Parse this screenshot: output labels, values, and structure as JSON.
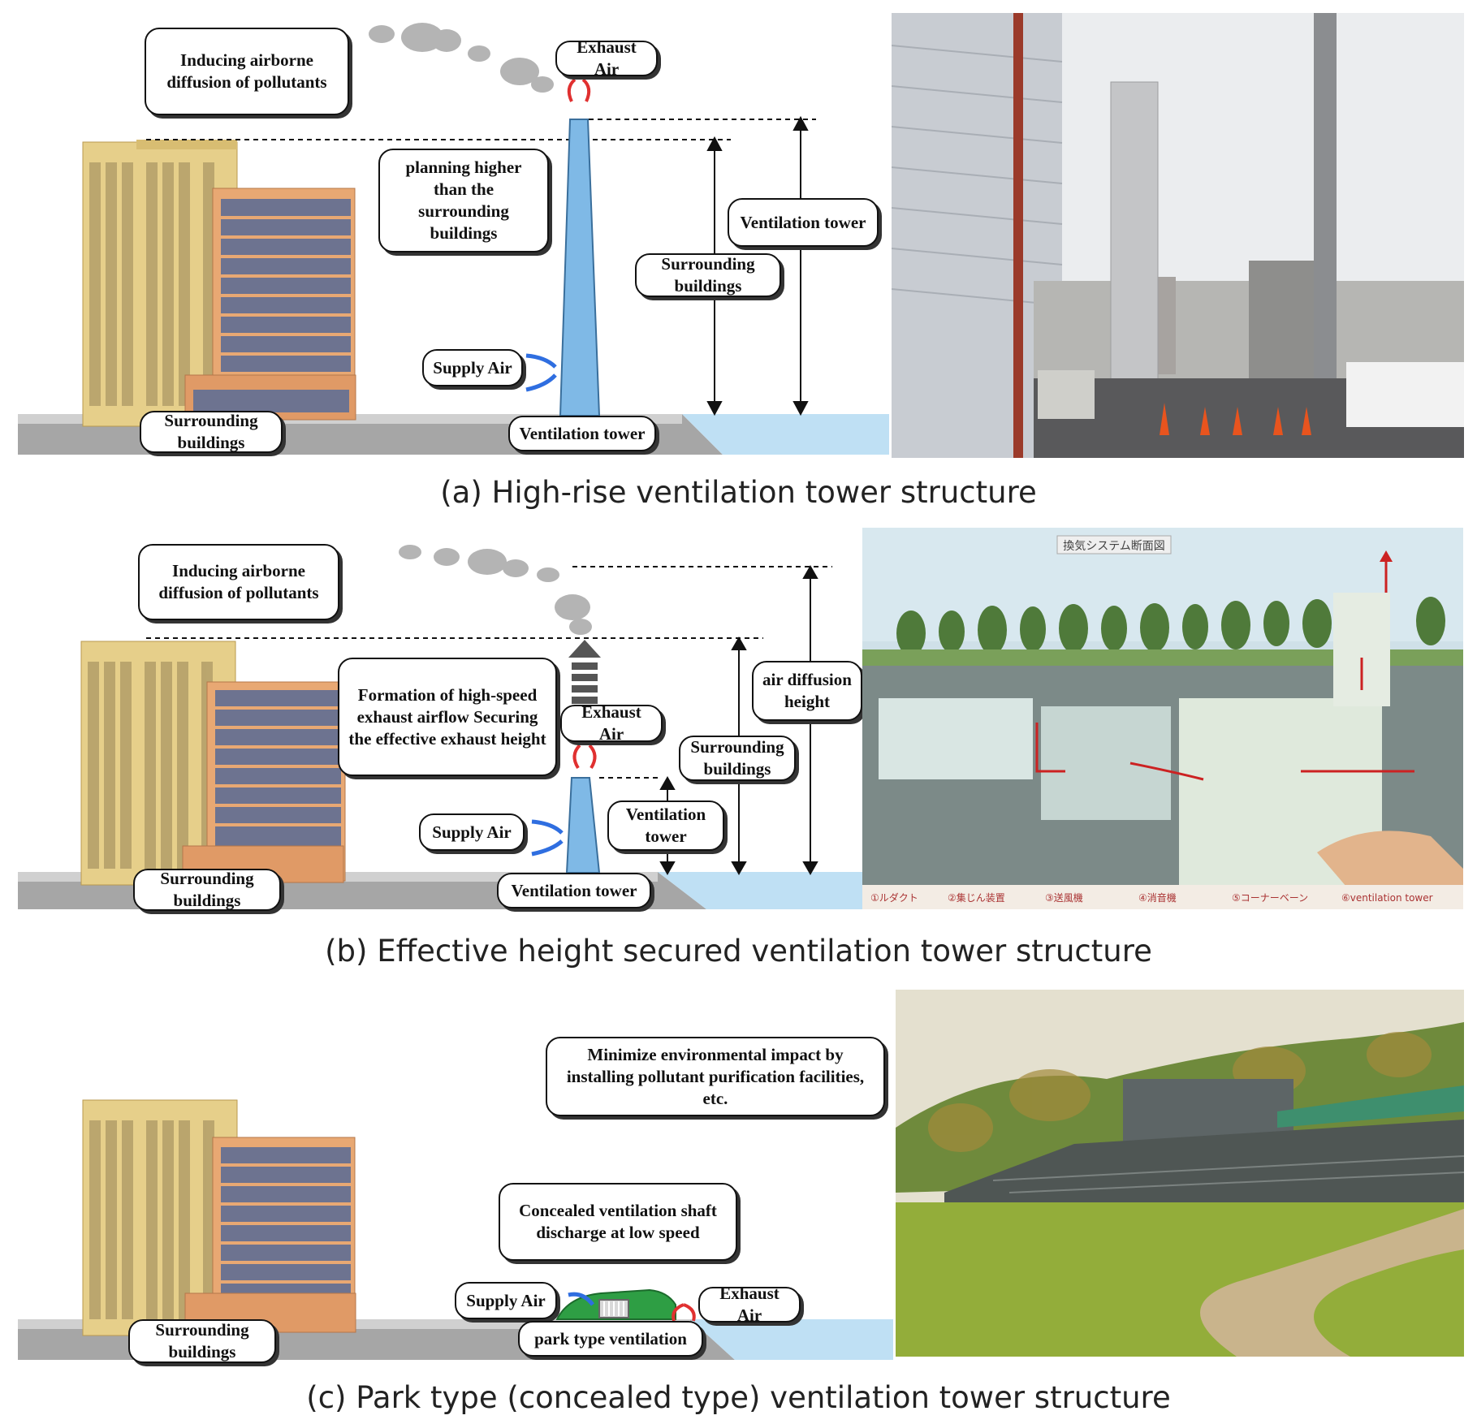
{
  "panel_a": {
    "callout_inducing": "Inducing airborne diffusion of pollutants",
    "callout_exhaust": "Exhaust Air",
    "callout_planning": "planning higher than the surrounding buildings",
    "callout_vent_tower_right": "Ventilation tower",
    "callout_surrounding_mid": "Surrounding buildings",
    "callout_supply": "Supply Air",
    "callout_surrounding_ground": "Surrounding buildings",
    "callout_vent_tower_ground": "Ventilation tower",
    "caption": "(a) High-rise ventilation tower structure"
  },
  "panel_b": {
    "callout_inducing": "Inducing airborne diffusion of pollutants",
    "callout_formation": "Formation of high-speed exhaust airflow Securing the effective exhaust height",
    "callout_exhaust": "Exhaust Air",
    "callout_air_diffusion": "air diffusion height",
    "callout_surrounding_mid": "Surrounding buildings",
    "callout_vent_tower_small": "Ventilation tower",
    "callout_supply": "Supply Air",
    "callout_surrounding_ground": "Surrounding buildings",
    "callout_vent_tower_ground": "Ventilation tower",
    "photo_title": "換気システム断面図",
    "legend": [
      "①ルダクト",
      "②集じん装置",
      "③送風機",
      "④消音機",
      "⑤コーナーベーン",
      "⑥ventilation tower"
    ],
    "caption": "(b) Effective height secured ventilation tower structure"
  },
  "panel_c": {
    "callout_minimize": "Minimize environmental impact by installing pollutant purification facilities, etc.",
    "callout_concealed": "Concealed ventilation shaft discharge at low speed",
    "callout_supply": "Supply Air",
    "callout_exhaust": "Exhaust Air",
    "callout_park": "park type ventilation",
    "callout_surrounding_ground": "Surrounding buildings",
    "caption": "(c) Park type (concealed type) ventilation tower structure"
  },
  "colors": {
    "tower": "#7fb9e6",
    "water": "#bfe0f4",
    "ground": "#9a9a9a",
    "supply_arrow": "#2f6ee0",
    "exhaust_arrow": "#e03030",
    "building_tan": "#e6cf8a",
    "building_orange": "#e8a873",
    "park_green": "#2e9e44"
  }
}
